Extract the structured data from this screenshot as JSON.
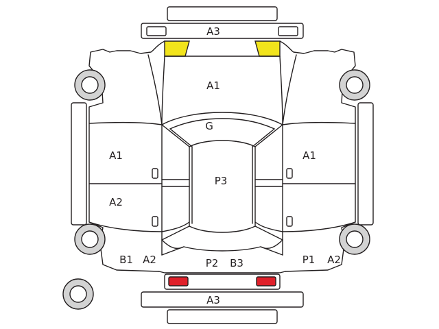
{
  "labels": {
    "front_bumper": "A3",
    "hood": "A1",
    "roof_glass": "G",
    "roof": "P3",
    "left_front_door": "A1",
    "left_rear_door": "A2",
    "right_front_door": "A1",
    "left_rear_b1": "B1",
    "left_rear_a2": "A2",
    "trunk_p2": "P2",
    "trunk_b3": "B3",
    "right_rear_p1": "P1",
    "right_rear_a2": "A2",
    "rear_bumper": "A3"
  },
  "colors": {
    "headlight": "#f2e41c",
    "taillight": "#e0202a",
    "wheel_fill": "#d3d3d3",
    "outline": "#231f20"
  },
  "icons": {
    "wheel": "wheel-icon",
    "spare": "spare-wheel-icon"
  }
}
